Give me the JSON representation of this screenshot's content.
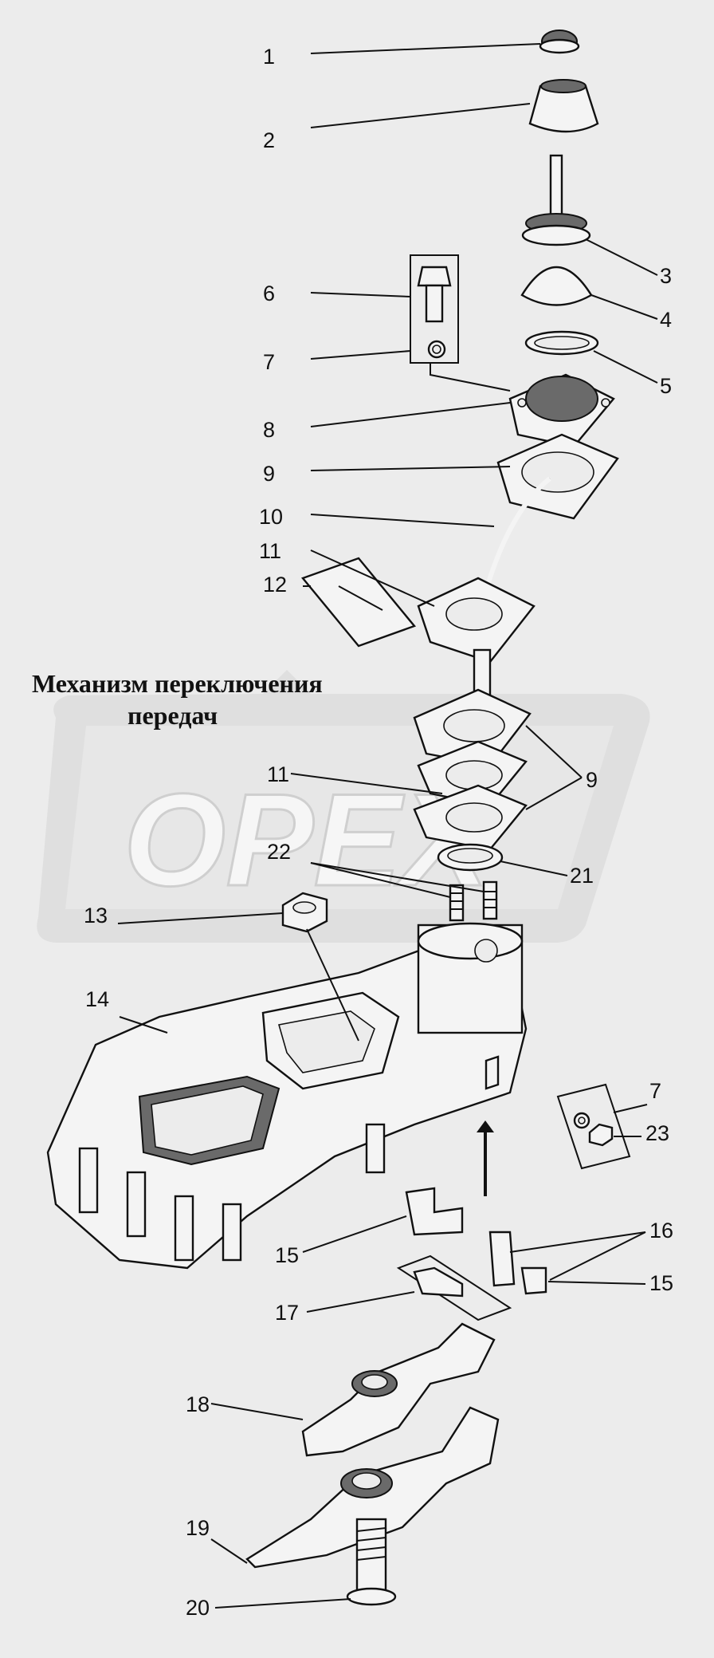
{
  "title_line1": "Механизм переключения",
  "title_line2": "передач",
  "watermark": "OPEX",
  "labels": {
    "l1": "1",
    "l2": "2",
    "l3": "3",
    "l4": "4",
    "l5": "5",
    "l6": "6",
    "l7a": "7",
    "l7b": "7",
    "l8": "8",
    "l9a": "9",
    "l9b": "9",
    "l10": "10",
    "l11a": "11",
    "l11b": "11",
    "l12": "12",
    "l13": "13",
    "l14": "14",
    "l15a": "15",
    "l15b": "15",
    "l16": "16",
    "l17": "17",
    "l18": "18",
    "l19": "19",
    "l20": "20",
    "l21": "21",
    "l22": "22",
    "l23": "23"
  }
}
